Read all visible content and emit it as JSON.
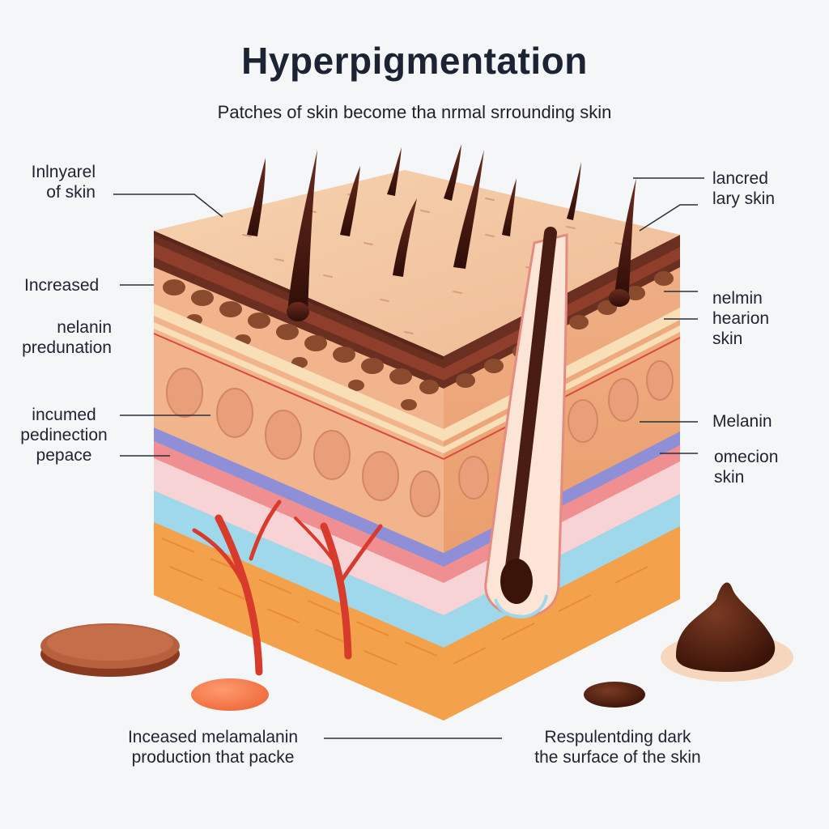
{
  "title": "Hyperpigmentation",
  "subtitle": "Patches of skin become tha nrmal srrounding skin",
  "labels_left": [
    {
      "id": "inlnyarel",
      "lines": [
        "Inlnyarel",
        "of skin"
      ]
    },
    {
      "id": "increased",
      "lines": [
        "Increased"
      ]
    },
    {
      "id": "nelanin-predunation",
      "lines": [
        "nelanin",
        "predunation"
      ]
    },
    {
      "id": "incumed-pedinection",
      "lines": [
        "incumed",
        "pedinection",
        "pepace"
      ]
    }
  ],
  "labels_right": [
    {
      "id": "lancred-lary-skin",
      "lines": [
        "lancred",
        "lary skin"
      ]
    },
    {
      "id": "nelmin-hearion-skin",
      "lines": [
        "nelmin",
        "hearion",
        "skin"
      ]
    },
    {
      "id": "melanin",
      "lines": [
        "Melanin"
      ]
    },
    {
      "id": "omecion-skin",
      "lines": [
        "omecion",
        "skin"
      ]
    }
  ],
  "labels_bottom": [
    {
      "id": "increased-melamalanin",
      "lines": [
        "Inceased melamalanin",
        "production that packe"
      ]
    },
    {
      "id": "respulentding-dark",
      "lines": [
        "Respulentding dark",
        "the surface of the skin"
      ]
    }
  ],
  "colors": {
    "skin_surface": "#f2c5a0",
    "epidermis_dark": "#6b2f22",
    "melanin": "#8a4a2e",
    "dermis": "#efae84",
    "vessel_red": "#d83a2c",
    "blue_layer": "#9fd8ea",
    "fat_layer": "#f3a24b",
    "hair": "#4a1d14"
  }
}
